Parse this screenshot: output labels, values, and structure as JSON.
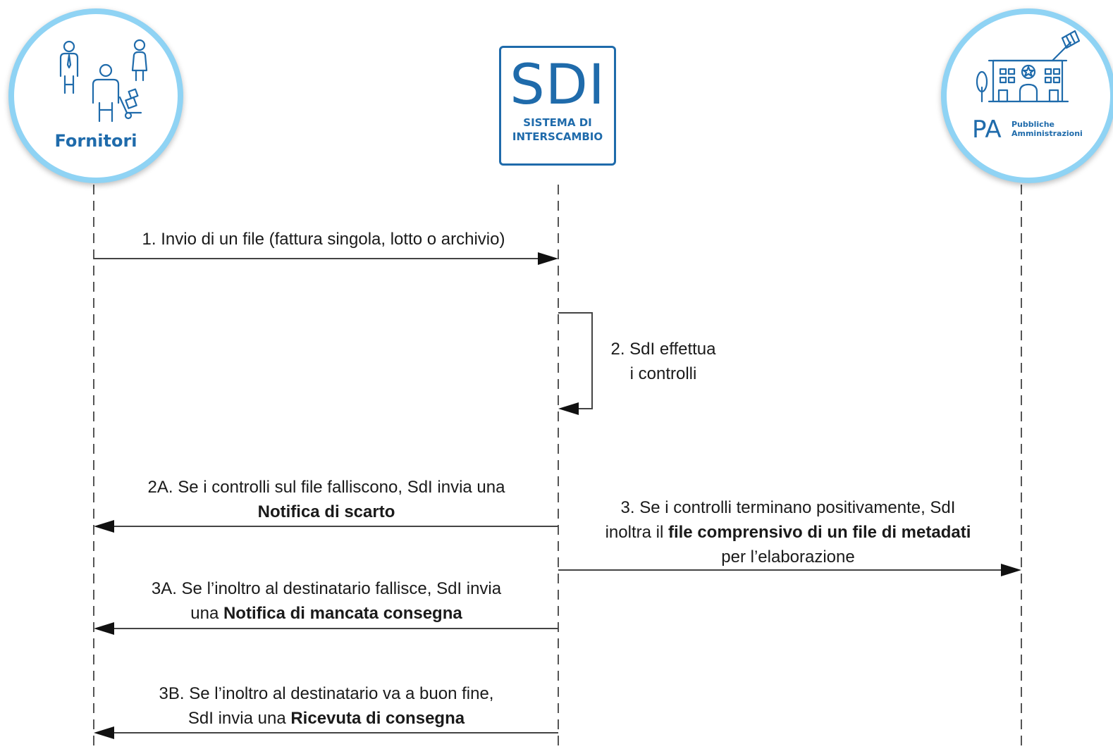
{
  "actors": {
    "suppliers": {
      "label": "Fornitori",
      "icon": "suppliers-people-icon"
    },
    "sdi": {
      "abbr": "SDI",
      "line1": "SISTEMA DI",
      "line2": "INTERSCAMBIO"
    },
    "pa": {
      "abbr": "PA",
      "sub1": "Pubbliche",
      "sub2": "Amministrazioni",
      "icon": "public-building-icon"
    }
  },
  "messages": {
    "m1": {
      "text": "1. Invio di un file (fattura singola, lotto o archivio)"
    },
    "m2": {
      "line1": "2. SdI effettua",
      "line2": "i controlli"
    },
    "m2a": {
      "line1": "2A. Se i controlli sul file falliscono, SdI invia una",
      "bold": "Notifica di scarto"
    },
    "m3": {
      "line1": "3. Se i controlli terminano positivamente, SdI",
      "pre": "inoltra il ",
      "bold": "file comprensivo di un file di metadati",
      "line3": "per l’elaborazione"
    },
    "m3a": {
      "line1": "3A. Se l’inoltro al destinatario fallisce, SdI invia",
      "pre": "una ",
      "bold": "Notifica di mancata consegna"
    },
    "m3b": {
      "line1": "3B. Se l’inoltro al destinatario va a buon fine,",
      "pre": "SdI invia una ",
      "bold": "Ricevuta di consegna"
    }
  },
  "colors": {
    "brand_blue": "#1f6bab",
    "ring": "#8fd3f4",
    "line": "#444444",
    "arrow": "#111111"
  }
}
